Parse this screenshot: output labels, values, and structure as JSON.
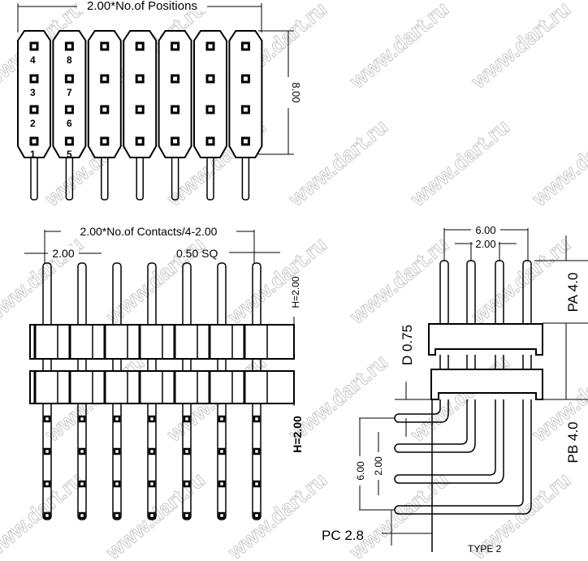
{
  "watermark": "www.dart.ru",
  "top_view": {
    "width_dim": "2.00*No.of Positions",
    "height_dim": "8.00",
    "positions": 7,
    "pin_numbers_col1": [
      "4",
      "3",
      "2",
      "1"
    ],
    "pin_numbers_col2": [
      "8",
      "7",
      "6",
      "5"
    ]
  },
  "side_view": {
    "span_dim": "2.00*No.of Contacts/4-2.00",
    "pitch_dim": "2.00",
    "pin_size": "0.50 SQ",
    "upper_height": "H=2.00",
    "lower_height": "H=2.00"
  },
  "right_angle_view": {
    "row_span": "6.00",
    "row_pitch": "2.00",
    "pa": "PA  4.0",
    "pb": "PB  4.0",
    "d": "D  0.75",
    "vert_span": "6.00",
    "vert_pitch": "2.00",
    "pc": "PC  2.8",
    "type": "TYPE 2"
  }
}
